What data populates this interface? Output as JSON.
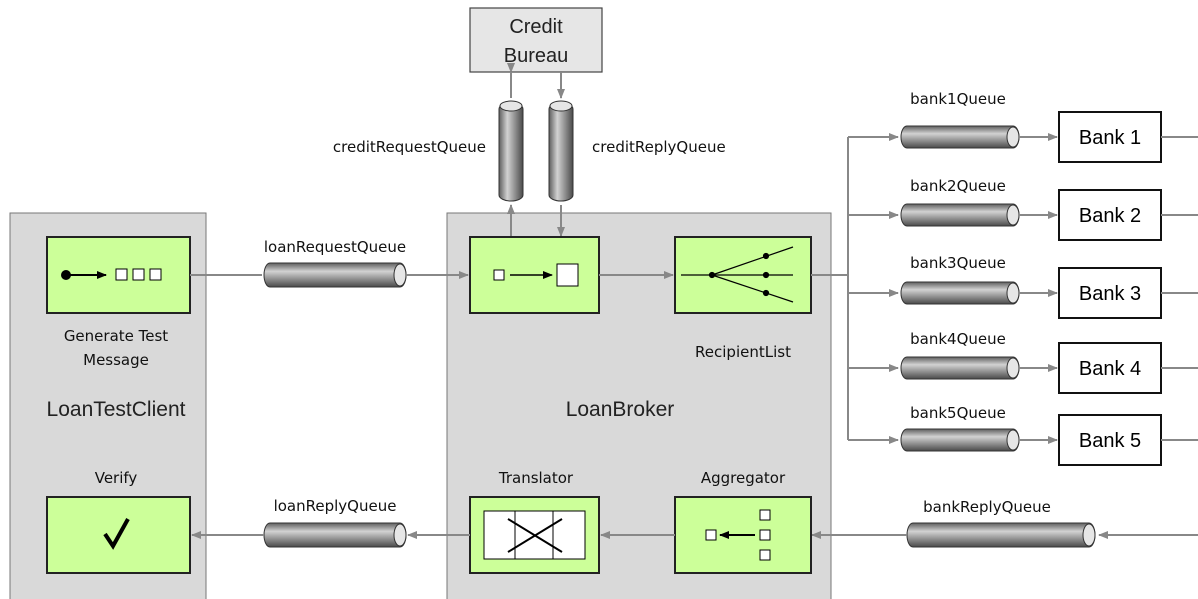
{
  "credit_bureau": {
    "line1": "Credit",
    "line2": "Bureau"
  },
  "queues": {
    "credit_request": "creditRequestQueue",
    "credit_reply": "creditReplyQueue",
    "loan_request": "loanRequestQueue",
    "loan_reply": "loanReplyQueue",
    "bank_reply": "bankReplyQueue",
    "bank_queues": [
      "bank1Queue",
      "bank2Queue",
      "bank3Queue",
      "bank4Queue",
      "bank5Queue"
    ]
  },
  "banks": [
    "Bank 1",
    "Bank 2",
    "Bank 3",
    "Bank 4",
    "Bank 5"
  ],
  "containers": {
    "test_client": "LoanTestClient",
    "loan_broker": "LoanBroker"
  },
  "components": {
    "generate_line1": "Generate Test",
    "generate_line2": "Message",
    "verify": "Verify",
    "recipient_list": "RecipientList",
    "translator": "Translator",
    "aggregator": "Aggregator"
  },
  "colors": {
    "component_fill": "#ccff99",
    "container_fill": "#d8d8d8",
    "queue_fill": "#8a8a8a",
    "connector": "#888888"
  },
  "icons": [
    "checkmark-icon",
    "recipient-list-icon",
    "translator-icon",
    "aggregator-icon",
    "content-enricher-icon",
    "message-generator-icon"
  ]
}
